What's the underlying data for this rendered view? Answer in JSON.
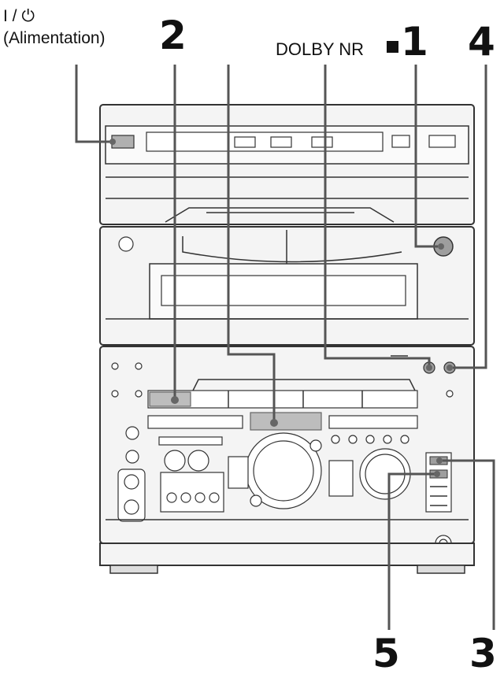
{
  "callouts": {
    "power_symbol": "I / ⏻",
    "power_label": "(Alimentation)",
    "dolby": "DOLBY NR",
    "n1": "1",
    "n2": "2",
    "n3": "3",
    "n4": "4",
    "n5": "5"
  }
}
